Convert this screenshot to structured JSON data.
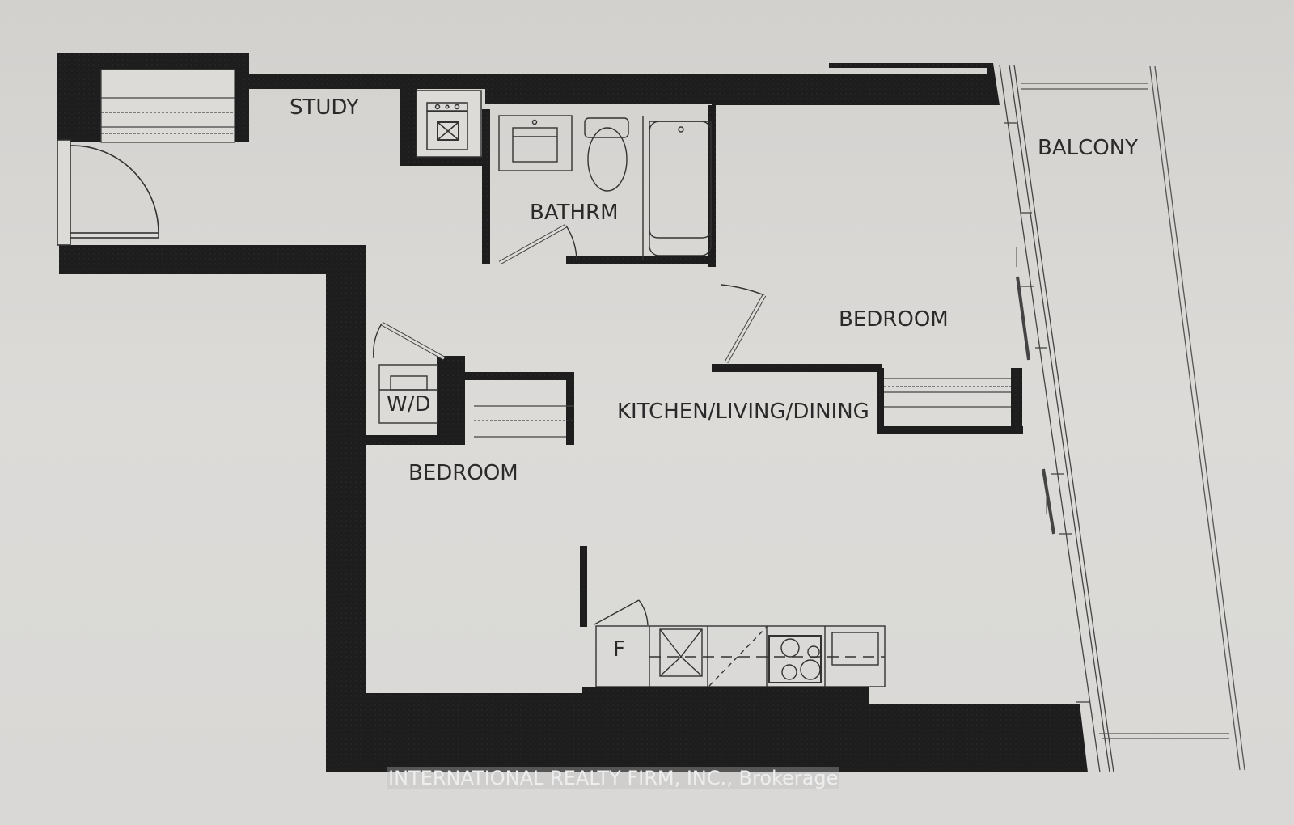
{
  "floorplan": {
    "rooms": {
      "study": "STUDY",
      "bathroom": "BATHRM",
      "balcony": "BALCONY",
      "master_bedroom": "BEDROOM",
      "washer_dryer": "W/D",
      "kitchen_living_dining": "KITCHEN/LIVING/DINING",
      "second_bedroom": "BEDROOM",
      "fridge": "F"
    },
    "fixtures": [
      "entry-door",
      "closet",
      "furnace",
      "sink-vanity",
      "toilet",
      "bathtub",
      "washer-dryer",
      "kitchen-sink",
      "cooktop",
      "oven",
      "sliding-door",
      "window-wall",
      "balcony-railing"
    ],
    "colors": {
      "wall": "#1c1c1c",
      "paper": "#d8d7d4",
      "line": "#333333"
    }
  },
  "watermark": {
    "text": "INTERNATIONAL REALTY FIRM, INC., Brokerage"
  }
}
